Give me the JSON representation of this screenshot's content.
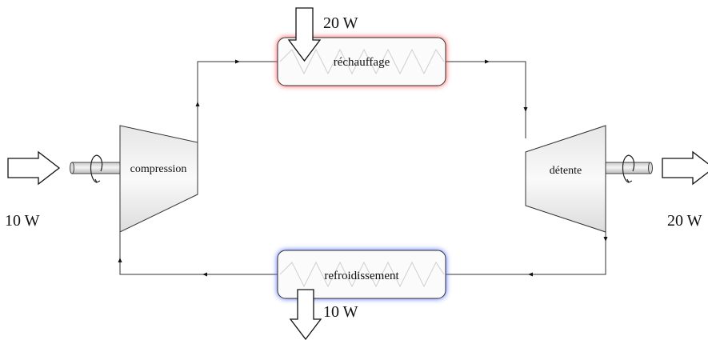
{
  "components": {
    "heater": {
      "label": "réchauffage"
    },
    "cooler": {
      "label": "refroidissement"
    },
    "compressor": {
      "label": "compression"
    },
    "turbine": {
      "label": "détente"
    }
  },
  "energy_flows": {
    "heat_in": "20 W",
    "heat_out": "10 W",
    "work_in": "10 W",
    "work_out": "20 W"
  },
  "colors": {
    "heater_glow": "#ff4d4d",
    "cooler_glow": "#4d6dff"
  }
}
